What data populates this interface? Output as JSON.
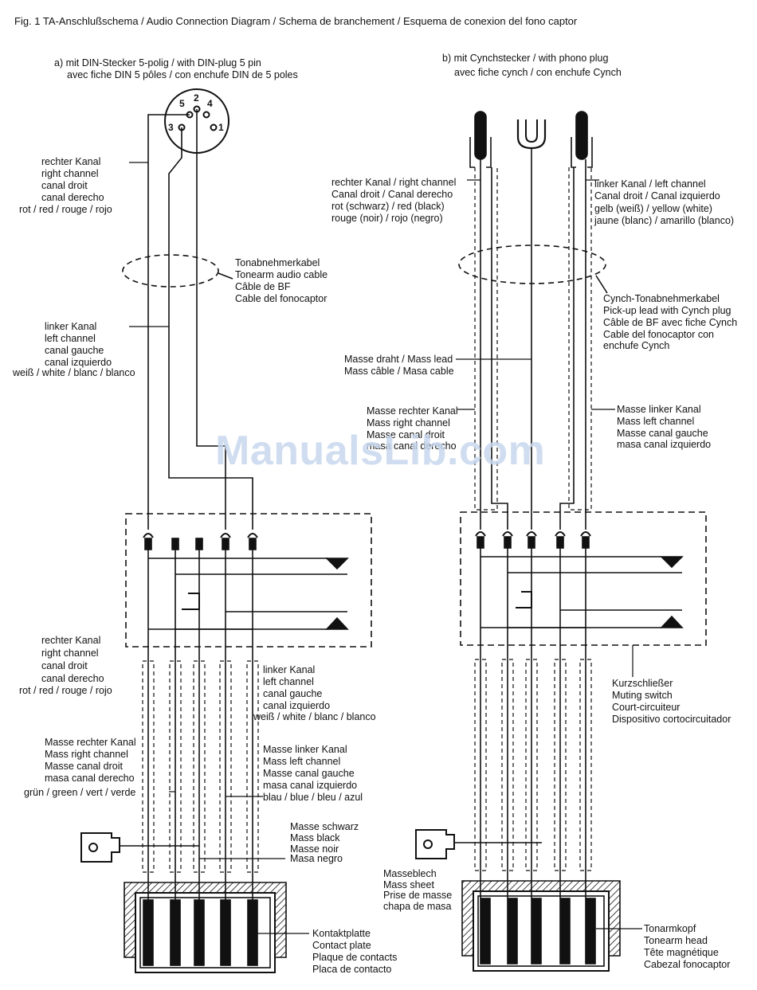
{
  "title": "Fig. 1   TA-Anschlußschema / Audio Connection Diagram / Schema de branchement / Esquema de conexion del fono captor",
  "watermark": "ManualsLib.com",
  "left": {
    "heading": [
      "a)  mit DIN-Stecker 5-polig / with DIN-plug 5 pin",
      "avec fiche DIN 5 pôles / con enchufe DIN de 5 poles"
    ],
    "pins": [
      "5",
      "2",
      "4",
      "3",
      "1"
    ],
    "right_channel_top": [
      "rechter Kanal",
      "right channel",
      "canal droit",
      "canal derecho",
      "rot / red / rouge / rojo"
    ],
    "cable": [
      "Tonabnehmerkabel",
      "Tonearm audio cable",
      "Câble de BF",
      "Cable del fonocaptor"
    ],
    "left_channel_top": [
      "linker Kanal",
      "left channel",
      "canal gauche",
      "canal izquierdo",
      "weiß / white / blanc / blanco"
    ],
    "right_channel_bottom": [
      "rechter Kanal",
      "right channel",
      "canal droit",
      "canal derecho",
      "rot / red / rouge / rojo"
    ],
    "left_channel_bottom": [
      "linker Kanal",
      "left channel",
      "canal gauche",
      "canal izquierdo",
      "weiß / white / blanc / blanco"
    ],
    "mass_right": [
      "Masse rechter Kanal",
      "Mass right channel",
      "Masse canal droit",
      "masa canal derecho",
      "grün / green / vert / verde"
    ],
    "mass_left": [
      "Masse linker Kanal",
      "Mass left channel",
      "Masse canal gauche",
      "masa canal izquierdo",
      "blau / blue / bleu / azul"
    ],
    "mass_black": [
      "Masse schwarz",
      "Mass black",
      "Masse noir",
      "Masa negro"
    ],
    "contact_plate": [
      "Kontaktplatte",
      "Contact plate",
      "Plaque de contacts",
      "Placa de contacto"
    ]
  },
  "right": {
    "heading": [
      "b)  mit Cynchstecker / with phono plug",
      "avec fiche cynch / con enchufe Cynch"
    ],
    "right_channel": [
      "rechter Kanal / right channel",
      "Canal droit / Canal derecho",
      "rot (schwarz) / red (black)",
      "rouge (noir) / rojo (negro)"
    ],
    "left_channel": [
      "linker Kanal / left channel",
      "Canal droit / Canal izquierdo",
      "gelb (weiß) / yellow (white)",
      "jaune (blanc) / amarillo (blanco)"
    ],
    "cynch_cable": [
      "Cynch-Tonabnehmerkabel",
      "Pick-up lead with Cynch plug",
      "Câble de BF avec fiche Cynch",
      "Cable del fonocaptor con",
      "enchufe Cynch"
    ],
    "mass_lead": [
      "Masse draht / Mass lead",
      "Mass câble / Masa cable"
    ],
    "mass_right": [
      "Masse rechter Kanal",
      "Mass right channel",
      "Masse canal droit",
      "masa canal derecho"
    ],
    "mass_left": [
      "Masse linker Kanal",
      "Mass left channel",
      "Masse canal gauche",
      "masa canal izquierdo"
    ],
    "muting": [
      "Kurzschließer",
      "Muting switch",
      "Court-circuiteur",
      "Dispositivo cortocircuitador"
    ],
    "mass_sheet": [
      "Masseblech",
      "Mass sheet",
      "Prise de masse",
      "chapa de masa"
    ],
    "tonearm_head": [
      "Tonarmkopf",
      "Tonearm head",
      "Tête magnétique",
      "Cabezal fonocaptor"
    ]
  }
}
